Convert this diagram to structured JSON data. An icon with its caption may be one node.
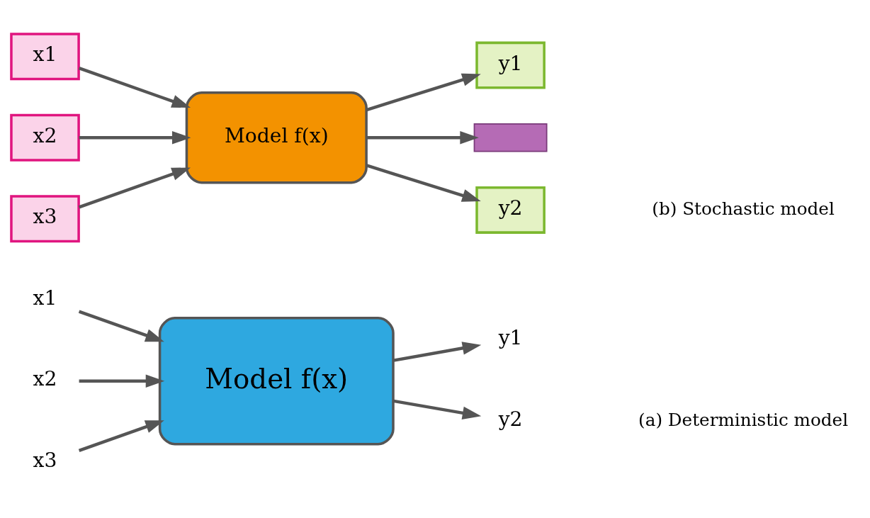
{
  "diagram": {
    "nodes": [
      {
        "text": [
          "x1"
        ]
      },
      {
        "text": [
          "x2"
        ]
      },
      {
        "text": [
          "x3"
        ]
      },
      {
        "text": [
          "Model f(x)"
        ]
      },
      {
        "text": [
          "y1"
        ]
      },
      {
        "text": [
          "y2"
        ]
      },
      {
        "text": [
          "x1"
        ]
      },
      {
        "text": [
          "x2"
        ]
      },
      {
        "text": [
          "x3"
        ]
      },
      {
        "text": [
          "Model f(x)"
        ]
      },
      {
        "text": [
          "y1"
        ]
      },
      {
        "text": [],
        "shape": "box"
      },
      {
        "text": [
          "y2"
        ]
      }
    ],
    "edges": [
      {
        "from": 0,
        "to": 3,
        "arrow": "to"
      },
      {
        "from": 1,
        "to": 3,
        "arrow": "to"
      },
      {
        "from": 2,
        "to": 3,
        "arrow": "to"
      },
      {
        "from": 3,
        "to": 4,
        "arrow": "to"
      },
      {
        "from": 3,
        "to": 5,
        "arrow": "to"
      },
      {
        "from": 6,
        "to": 9,
        "arrow": "to"
      },
      {
        "from": 7,
        "to": 9,
        "arrow": "to"
      },
      {
        "from": 8,
        "to": 9,
        "arrow": "to"
      },
      {
        "from": 9,
        "to": 10,
        "arrow": "to"
      },
      {
        "from": 9,
        "to": 11,
        "arrow": "to"
      },
      {
        "from": 9,
        "to": 12,
        "arrow": "to"
      }
    ],
    "labels": [
      "(a) Deterministic model",
      "(b) Stochastic model"
    ]
  }
}
